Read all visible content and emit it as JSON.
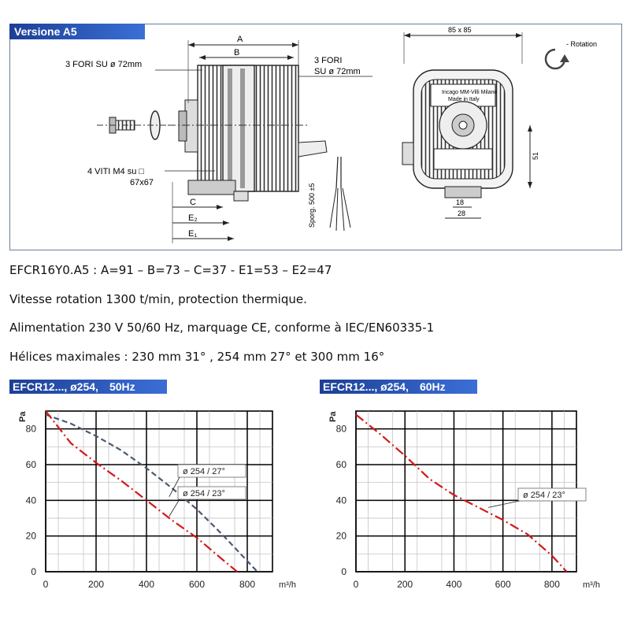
{
  "drawing": {
    "version_label": "Versione A5",
    "labels": {
      "dim_a": "A",
      "dim_b": "B",
      "holes_left": "3 FORI SU ø 72mm",
      "holes_right_1": "3 FORI",
      "holes_right_2": "SU ø 72mm",
      "screws_1": "4 VITI  M4 su □",
      "screws_2": "67x67",
      "dim_c": "C",
      "dim_e2": "E₂",
      "dim_e1": "E₁",
      "wire_label": "Sporg. 500 ±5",
      "dim_85": "85 x 85",
      "rotation": "- Rotation",
      "dim_51": "51",
      "dim_18": "18",
      "dim_28": "28",
      "plate_1": "Incago MM-Villi Milano",
      "plate_2": "Made in Italy"
    }
  },
  "spec": {
    "line1": "EFCR16Y0.A5 : A=91 – B=73 – C=37 - E1=53 – E2=47",
    "line2": "Vitesse rotation 1300 t/min, protection thermique.",
    "line3": "Alimentation 230 V 50/60 Hz, marquage CE, conforme à IEC/EN60335-1",
    "line4": "Hélices maximales : 230 mm 31° , 254 mm 27° et 300 mm 16°"
  },
  "chart_data": [
    {
      "type": "line",
      "title": "EFCR12..., ø254,",
      "title_freq": "50Hz",
      "xlabel": "m³/h",
      "ylabel": "Pa",
      "xlim": [
        0,
        900
      ],
      "ylim": [
        0,
        90
      ],
      "xticks": [
        0,
        200,
        400,
        600,
        800
      ],
      "yticks": [
        0,
        20,
        40,
        60,
        80
      ],
      "grid": true,
      "series": [
        {
          "name": "ø 254 / 27°",
          "color": "#4a5a70",
          "style": "dashed",
          "x": [
            0,
            100,
            200,
            300,
            400,
            500,
            600,
            700,
            760,
            800,
            840
          ],
          "y": [
            88,
            83,
            76,
            68,
            58,
            47,
            35,
            21,
            12,
            6,
            0
          ]
        },
        {
          "name": "ø 254 / 23°",
          "color": "#d11a1a",
          "style": "dashdot",
          "x": [
            0,
            100,
            200,
            300,
            400,
            500,
            600,
            700,
            760
          ],
          "y": [
            90,
            72,
            61,
            51,
            40,
            29,
            19,
            7,
            0
          ]
        }
      ]
    },
    {
      "type": "line",
      "title": "EFCR12..., ø254,",
      "title_freq": "60Hz",
      "xlabel": "m³/h",
      "ylabel": "Pa",
      "xlim": [
        0,
        900
      ],
      "ylim": [
        0,
        90
      ],
      "xticks": [
        0,
        200,
        400,
        600,
        800
      ],
      "yticks": [
        0,
        20,
        40,
        60,
        80
      ],
      "grid": true,
      "series": [
        {
          "name": "ø 254 / 23°",
          "color": "#d11a1a",
          "style": "dashdot",
          "x": [
            0,
            100,
            200,
            300,
            400,
            500,
            600,
            700,
            800,
            860
          ],
          "y": [
            88,
            77,
            65,
            52,
            43,
            36,
            29,
            21,
            9,
            0
          ]
        }
      ]
    }
  ]
}
